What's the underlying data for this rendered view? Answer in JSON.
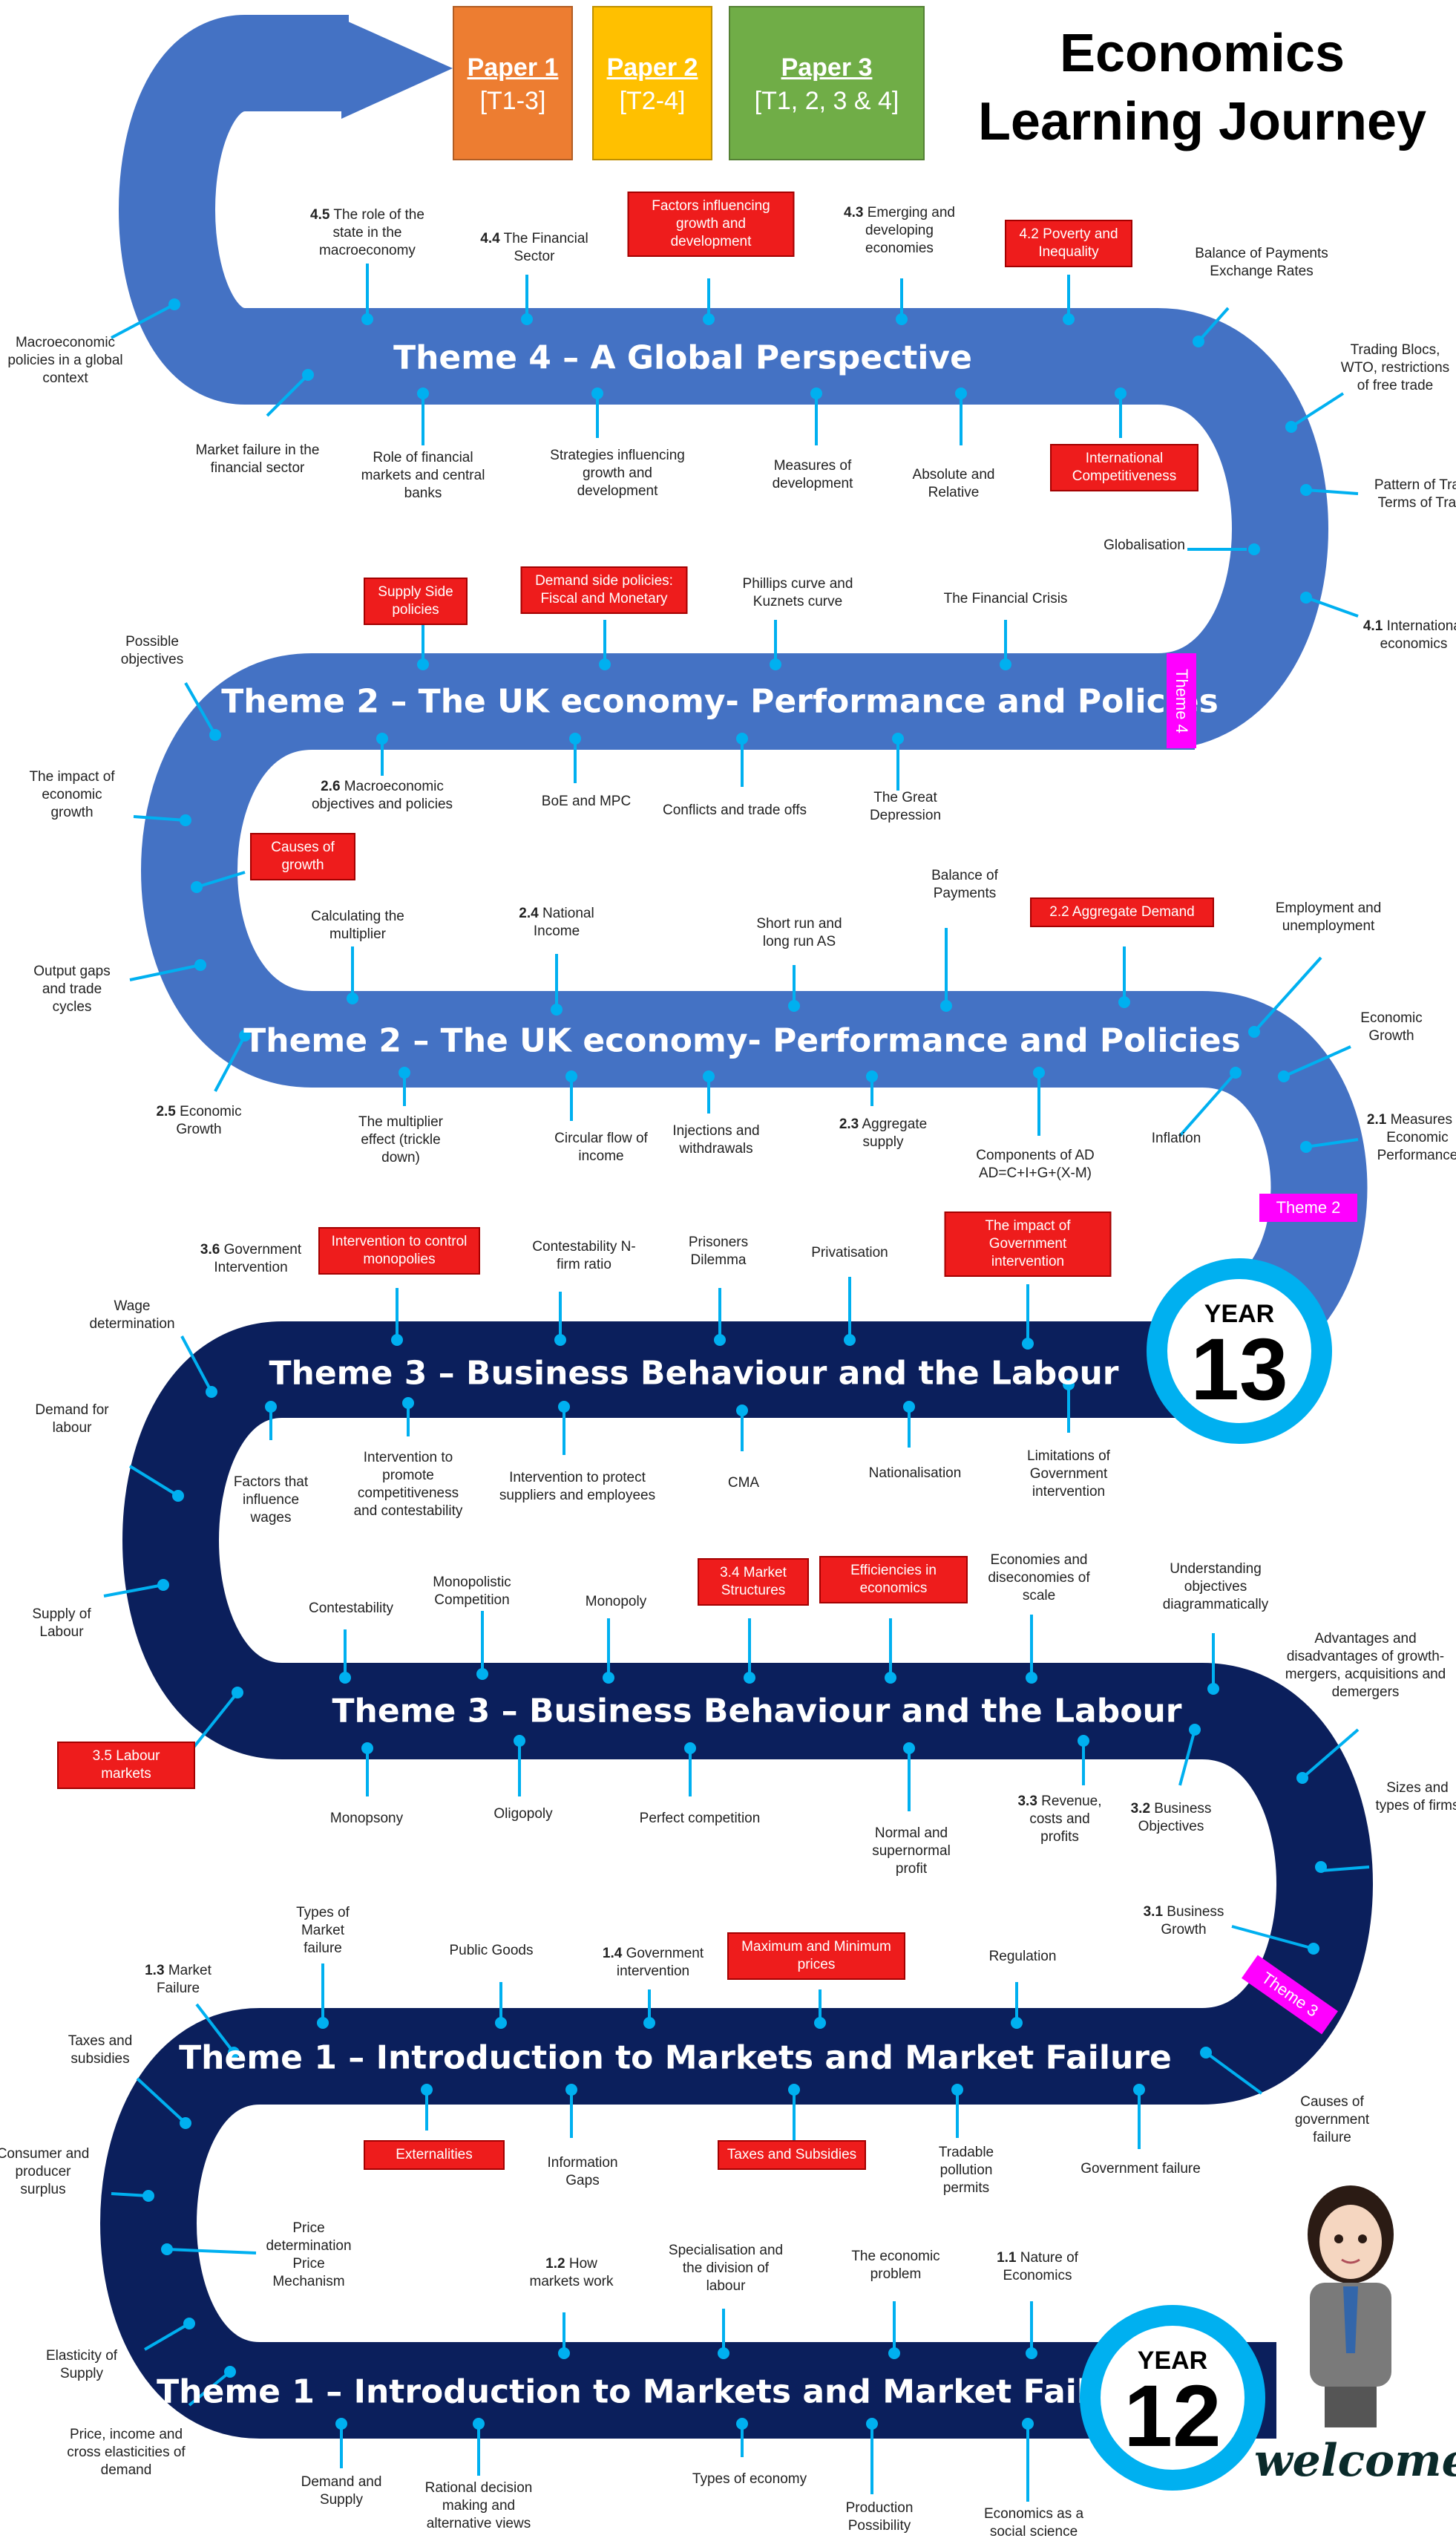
{
  "title": {
    "line1": "Economics",
    "line2": "Learning Journey"
  },
  "papers": [
    {
      "title": "Paper 1",
      "scope": "[T1-3]",
      "color": "#ed7d31"
    },
    {
      "title": "Paper 2",
      "scope": "[T2-4]",
      "color": "#ffc000"
    },
    {
      "title": "Paper 3",
      "scope": "[T1, 2, 3 & 4]",
      "color": "#70ad47"
    }
  ],
  "colors": {
    "road_light": "#4472c4",
    "road_dark": "#0b1f5c",
    "badge_ring": "#00b0f0",
    "theme_tag": "#ff00ff",
    "red_box": "#ee1c1c"
  },
  "bands": {
    "theme4": "Theme 4 – A Global Perspective",
    "theme2_top": "Theme 2 – The UK economy- Performance and Policies",
    "theme2_bottom": "Theme 2 – The UK economy- Performance and Policies",
    "theme3_top": "Theme 3 – Business Behaviour and the Labour",
    "theme3_bottom": "Theme 3 – Business Behaviour and the Labour",
    "theme1_top": "Theme 1 – Introduction to Markets and Market Failure",
    "theme1_bottom": "Theme 1 – Introduction to Markets and Market Failure"
  },
  "tags": {
    "theme4": "Theme 4",
    "theme2": "Theme 2",
    "theme3": "Theme 3"
  },
  "years": {
    "y13_label": "YEAR",
    "y13_num": "13",
    "y12_label": "YEAR",
    "y12_num": "12"
  },
  "welcome": "welcome",
  "labels": {
    "t4_45_num": "4.5",
    "t4_45": "The role of the state in the macroeconomy",
    "t4_44_num": "4.4",
    "t4_44": "The Financial Sector",
    "t4_factors": "Factors influencing growth and development",
    "t4_43_num": "4.3",
    "t4_43": "Emerging and developing economies",
    "t4_42": "4.2 Poverty and Inequality",
    "t4_bop": "Balance of Payments Exchange Rates",
    "t4_macro_pol": "Macroeconomic policies in a global context",
    "t4_trading": "Trading Blocs, WTO, restrictions of free trade",
    "t4_pattern": "Pattern of Trade Terms of Trade",
    "t4_mkt_fail": "Market failure in the financial sector",
    "t4_role_fin": "Role of financial markets and central banks",
    "t4_strategies": "Strategies influencing growth and development",
    "t4_measures": "Measures of development",
    "t4_absolute": "Absolute and Relative",
    "t4_intl_comp": "International Competitiveness",
    "t4_globalisation": "Globalisation",
    "t4_41_num": "4.1",
    "t4_41": "International economics",
    "t2_supply_side": "Supply Side policies",
    "t2_demand_side": "Demand side policies: Fiscal and Monetary",
    "t2_phillips": "Phillips curve and Kuznets curve",
    "t2_fin_crisis": "The Financial Crisis",
    "t2_possible": "Possible objectives",
    "t2_26_num": "2.6",
    "t2_26": "Macroeconomic objectives and policies",
    "t2_boe": "BoE and MPC",
    "t2_conflicts": "Conflicts and trade offs",
    "t2_great_dep": "The Great Depression",
    "t2_impact_growth": "The impact of economic growth",
    "t2_causes_growth": "Causes of growth",
    "t2_calc_mult": "Calculating the multiplier",
    "t2_24_num": "2.4",
    "t2_24": "National Income",
    "t2_short_long": "Short run and long run AS",
    "t2_bop": "Balance of Payments",
    "t2_22": "2.2 Aggregate Demand",
    "t2_employment": "Employment and unemployment",
    "t2_output_gaps": "Output gaps and trade cycles",
    "t2_econ_growth": "Economic Growth",
    "t2_25_num": "2.5",
    "t2_25": "Economic Growth",
    "t2_multiplier_eff": "The multiplier effect (trickle down)",
    "t2_circular": "Circular flow of income",
    "t2_injections": "Injections and withdrawals",
    "t2_23_num": "2.3",
    "t2_23": "Aggregate supply",
    "t2_components": "Components of AD AD=C+I+G+(X-M)",
    "t2_inflation": "Inflation",
    "t2_21_num": "2.1",
    "t2_21": "Measures of Economic Performance",
    "t3_36_num": "3.6",
    "t3_36": "Government Intervention",
    "t3_interv_monop": "Intervention to control monopolies",
    "t3_contest_nfirm": "Contestability N-firm ratio",
    "t3_prisoners": "Prisoners Dilemma",
    "t3_privatisation": "Privatisation",
    "t3_impact_gov": "The impact of Government intervention",
    "t3_wage_det": "Wage determination",
    "t3_demand_labour": "Demand for labour",
    "t3_factors_wages": "Factors that influence wages",
    "t3_interv_promote": "Intervention to promote competitiveness and contestability",
    "t3_interv_protect": "Intervention to protect suppliers and employees",
    "t3_cma": "CMA",
    "t3_nationalisation": "Nationalisation",
    "t3_limitations": "Limitations of Government intervention",
    "t3_supply_labour": "Supply of Labour",
    "t3_contestability": "Contestability",
    "t3_monopolistic": "Monopolistic Competition",
    "t3_monopoly": "Monopoly",
    "t3_34": "3.4 Market Structures",
    "t3_efficiencies": "Efficiencies in economics",
    "t3_economies_scale": "Economies and diseconomies of scale",
    "t3_understanding": "Understanding objectives diagrammatically",
    "t3_adv_disadv": "Advantages and disadvantages of growth- mergers, acquisitions and demergers",
    "t3_35": "3.5 Labour markets",
    "t3_monopsony": "Monopsony",
    "t3_oligopoly": "Oligopoly",
    "t3_perfect": "Perfect competition",
    "t3_normal": "Normal and supernormal profit",
    "t3_33_num": "3.3",
    "t3_33": "Revenue, costs and profits",
    "t3_32_num": "3.2",
    "t3_32": "Business Objectives",
    "t3_sizes": "Sizes and types of firms",
    "t3_31_num": "3.1",
    "t3_31": "Business Growth",
    "t1_13_num": "1.3",
    "t1_13": "Market Failure",
    "t1_types_mf": "Types of Market failure",
    "t1_public": "Public Goods",
    "t1_14_num": "1.4",
    "t1_14": "Government intervention",
    "t1_max_min": "Maximum and Minimum prices",
    "t1_regulation": "Regulation",
    "t1_taxes_subs": "Taxes and subsidies",
    "t1_consumer": "Consumer and producer surplus",
    "t1_externalities": "Externalities",
    "t1_info_gaps": "Information Gaps",
    "t1_taxes_box": "Taxes and Subsidies",
    "t1_tradable": "Tradable pollution permits",
    "t1_gov_failure": "Government failure",
    "t1_causes_gov": "Causes of government failure",
    "t1_price_det": "Price determination Price Mechanism",
    "t1_12_num": "1.2",
    "t1_12": "How markets work",
    "t1_special": "Specialisation and the division of labour",
    "t1_econ_problem": "The economic problem",
    "t1_11_num": "1.1",
    "t1_11": "Nature of Economics",
    "t1_elasticity": "Elasticity of Supply",
    "t1_price_income": "Price, income and cross elasticities of demand",
    "t1_demand_supply": "Demand and Supply",
    "t1_rational": "Rational decision making and alternative views",
    "t1_types_econ": "Types of economy",
    "t1_ppf": "Production Possibility",
    "t1_econ_social": "Economics as a social science"
  }
}
